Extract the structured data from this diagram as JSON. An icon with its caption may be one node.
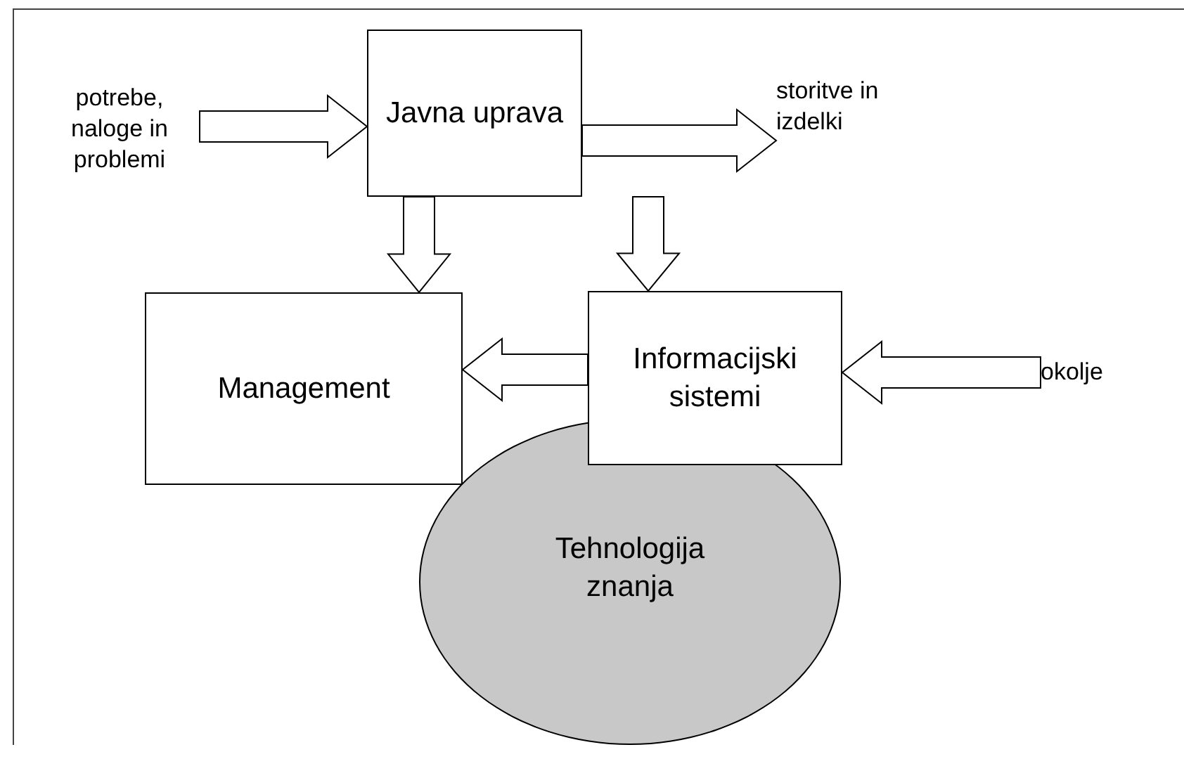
{
  "diagram": {
    "nodes": [
      {
        "text": [
          "potrebe, naloge in problemi"
        ]
      },
      {
        "text": [
          "Javna uprava"
        ]
      },
      {
        "text": [
          "storitve in izdelki"
        ]
      },
      {
        "text": [
          "Management"
        ]
      },
      {
        "text": [
          "Informacijski sistemi"
        ]
      },
      {
        "text": [
          "okolje"
        ]
      },
      {
        "text": [
          "Tehnologija znanja"
        ]
      }
    ],
    "edges": [
      {
        "from": 0,
        "to": 1,
        "arrow": "to"
      },
      {
        "from": 1,
        "to": 2,
        "arrow": "to"
      },
      {
        "from": 1,
        "to": 3,
        "arrow": "to"
      },
      {
        "from": 1,
        "to": 4,
        "arrow": "to"
      },
      {
        "from": 4,
        "to": 3,
        "arrow": "to"
      },
      {
        "from": 5,
        "to": 4,
        "arrow": "to"
      }
    ]
  }
}
